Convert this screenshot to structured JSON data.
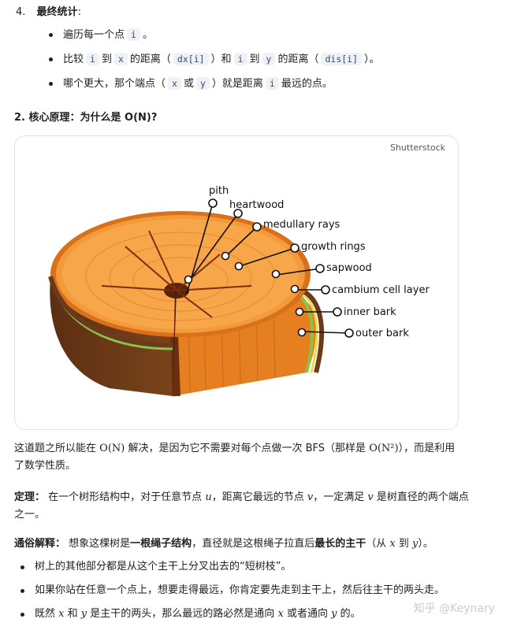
{
  "step4": {
    "number": "4.",
    "title": "最终统计",
    "colon": ":",
    "bullet1": {
      "a": "遍历每一个点",
      "i": "i",
      "b": "。"
    },
    "bullet2": {
      "a": "比较",
      "i": "i",
      "b": "到",
      "x": "x",
      "c": "的距离（",
      "dx": "dx[i]",
      "d": "）和",
      "i2": "i",
      "e": "到",
      "y": "y",
      "f": "的距离（",
      "dis": "dis[i]",
      "g": "）。"
    },
    "bullet3": {
      "a": "哪个更大，那个端点（",
      "x": "x",
      "b": "或",
      "y": "y",
      "c": "）就是距离",
      "i": "i",
      "d": "最远的点。"
    }
  },
  "section2": {
    "heading": "2. 核心原理：为什么是 O(N)?"
  },
  "figure": {
    "watermark": "Shutterstock",
    "labels": [
      "pith",
      "heartwood",
      "medullary rays",
      "growth rings",
      "sapwood",
      "cambium cell layer",
      "inner bark",
      "outer bark"
    ]
  },
  "para1": {
    "a": "这道题之所以能在",
    "m1": "O(N)",
    "b": "解决，是因为它不需要对每个点做一次 BFS（那样是",
    "m2": "O(N²)",
    "c": "），而是利用",
    "line2": "了数学性质。"
  },
  "theorem": {
    "label": "定理：",
    "a": "在一个树形结构中，对于任意节点",
    "u": "u",
    "b": "，距离它最远的节点",
    "v": "v",
    "c": "，一定满足",
    "v2": "v",
    "d": "是树直径的两个端点",
    "line2": "之一。"
  },
  "intuition": {
    "label": "通俗解释：",
    "a": "想象这棵树是",
    "b1": "一根绳子结构",
    "b": "，直径就是这根绳子拉直后",
    "b2": "最长的主干",
    "c": "（从",
    "x": "x",
    "d": "到",
    "y": "y",
    "e": "）。"
  },
  "bullets": {
    "b1": "树上的其他部分都是从这个主干上分叉出去的“短树枝”。",
    "b2": "如果你站在任意一个点上，想要走得最远，你肯定要先走到主干上，然后往主干的两头走。",
    "b3": {
      "a": "既然",
      "x": "x",
      "b": "和",
      "y": "y",
      "c": "是主干的两头，那么最远的路必然是通向",
      "x2": "x",
      "d": "或者通向",
      "y2": "y",
      "e": "的。"
    }
  },
  "footer_watermark": "知乎 @Keynary"
}
